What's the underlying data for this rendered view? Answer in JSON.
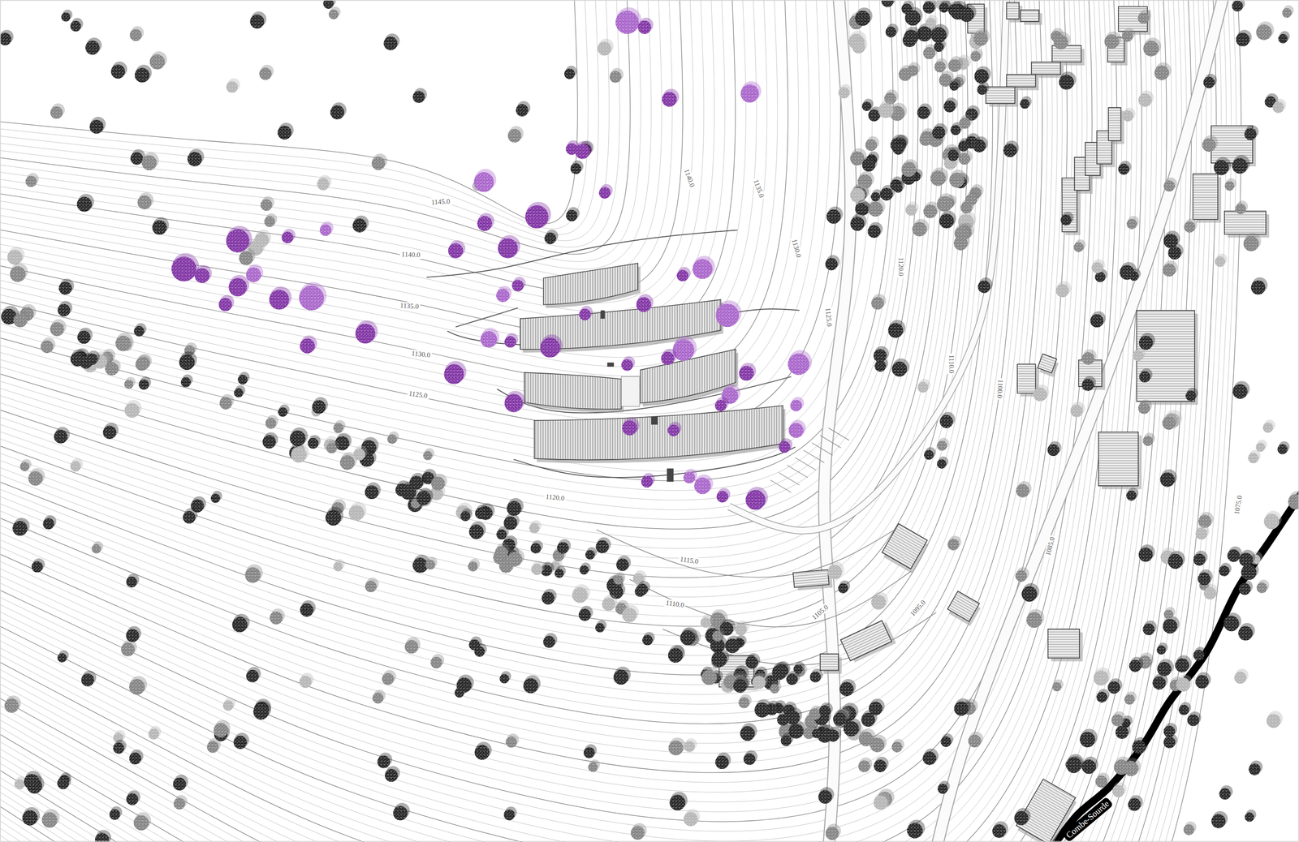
{
  "diagram": {
    "labels": [
      "1145.0",
      "1140.0",
      "1135.0",
      "1130.0",
      "1125.0",
      "1120.0",
      "1115.0",
      "1110.0",
      "1105.0",
      "1095.0",
      "1140.0",
      "1135.0",
      "1130.0",
      "1125.0",
      "1120.0",
      "1110.0",
      "1100.0",
      "1085.0",
      "1075.0",
      "Combe-Sourde"
    ]
  }
}
